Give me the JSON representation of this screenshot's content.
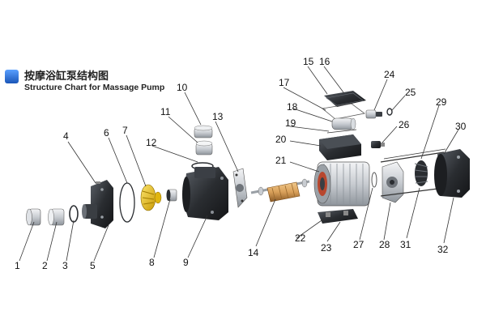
{
  "title": {
    "zh": "按摩浴缸泵结构图",
    "en": "Structure Chart for Massage Pump",
    "accent_color": "#2e6fd6"
  },
  "colors": {
    "metal": "#cfd3d8",
    "dark": "#2a2d31",
    "impeller": "#e8c21a",
    "rotor": "#d9a05a",
    "coil": "#b8472e"
  },
  "labels": [
    "1",
    "2",
    "3",
    "4",
    "5",
    "6",
    "7",
    "8",
    "9",
    "10",
    "11",
    "12",
    "13",
    "14",
    "15",
    "16",
    "17",
    "18",
    "19",
    "20",
    "21",
    "22",
    "23",
    "24",
    "25",
    "26",
    "27",
    "28",
    "29",
    "30",
    "31",
    "32"
  ]
}
